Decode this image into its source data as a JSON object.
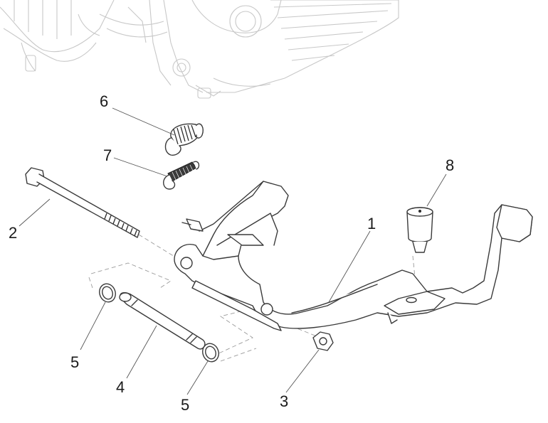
{
  "diagram": {
    "callouts": [
      {
        "id": "1",
        "label": "1"
      },
      {
        "id": "2",
        "label": "2"
      },
      {
        "id": "3",
        "label": "3"
      },
      {
        "id": "4",
        "label": "4"
      },
      {
        "id": "5a",
        "label": "5"
      },
      {
        "id": "5b",
        "label": "5"
      },
      {
        "id": "6",
        "label": "6"
      },
      {
        "id": "7",
        "label": "7"
      },
      {
        "id": "8",
        "label": "8"
      }
    ]
  }
}
